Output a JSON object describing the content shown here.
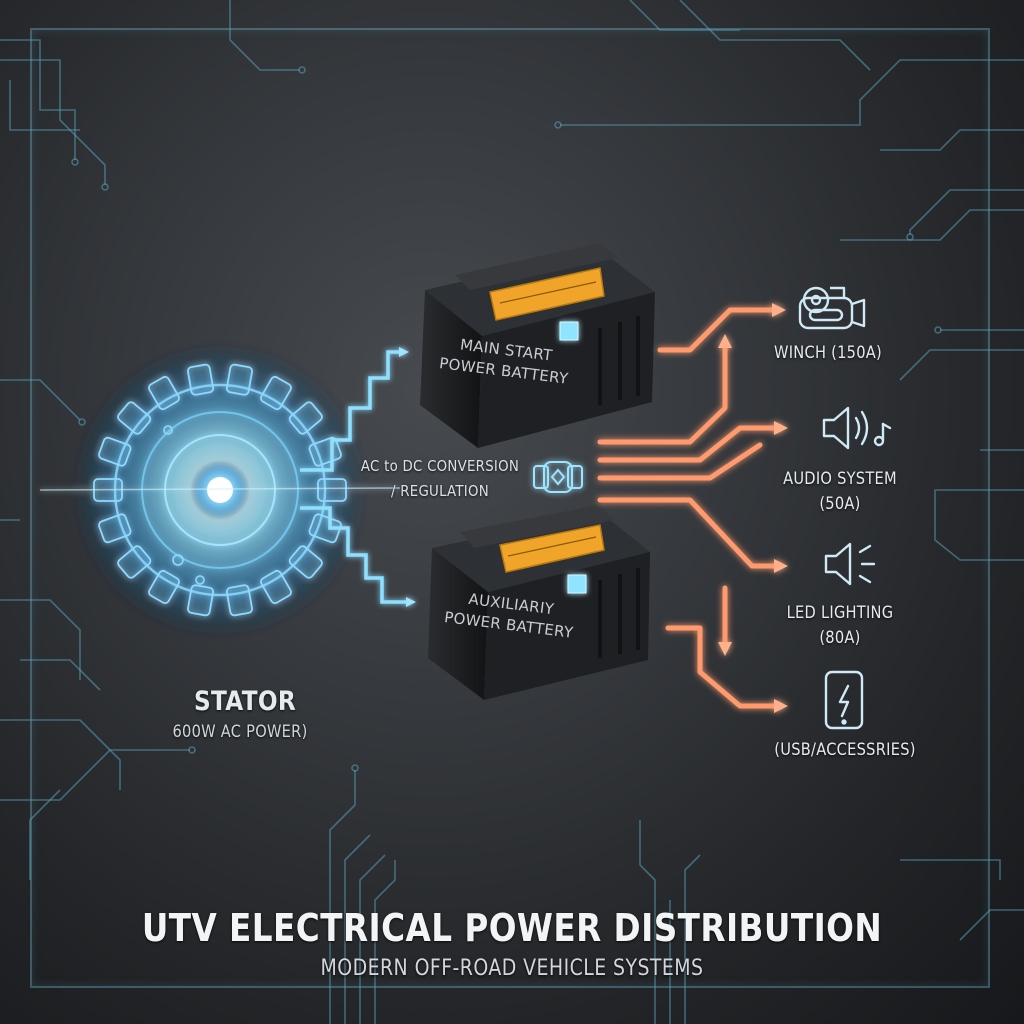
{
  "title": "UTV ELECTRICAL POWER DISTRIBUTION",
  "subtitle": "MODERN OFF-ROAD VEHICLE SYSTEMS",
  "stator": {
    "name": "STATOR",
    "rating": "600W AC POWER)"
  },
  "conversion": {
    "line1": "AC to DC CONVERSION",
    "line2": "/ REGULATION"
  },
  "batteries": [
    {
      "line1": "MAIN START",
      "line2": "POWER BATTERY"
    },
    {
      "line1": "AUXILIARIY",
      "line2": "POWER BATTERY"
    }
  ],
  "loads": [
    {
      "label": "WINCH (150A)",
      "icon": "winch-icon"
    },
    {
      "line1": "AUDIO SYSTEM",
      "line2": "(50A)",
      "icon": "speaker-icon"
    },
    {
      "line1": "LED LIGHTING",
      "line2": "(80A)",
      "icon": "light-icon"
    },
    {
      "label": "(USB/ACCESSRIES)",
      "icon": "phone-charge-icon"
    }
  ],
  "colors": {
    "ac_flow": "#7fdcff",
    "dc_flow": "#ff9a6e",
    "frame": "#78c8e1",
    "battery_label": "#f0a52a",
    "circuit": "#5aa0b9"
  }
}
